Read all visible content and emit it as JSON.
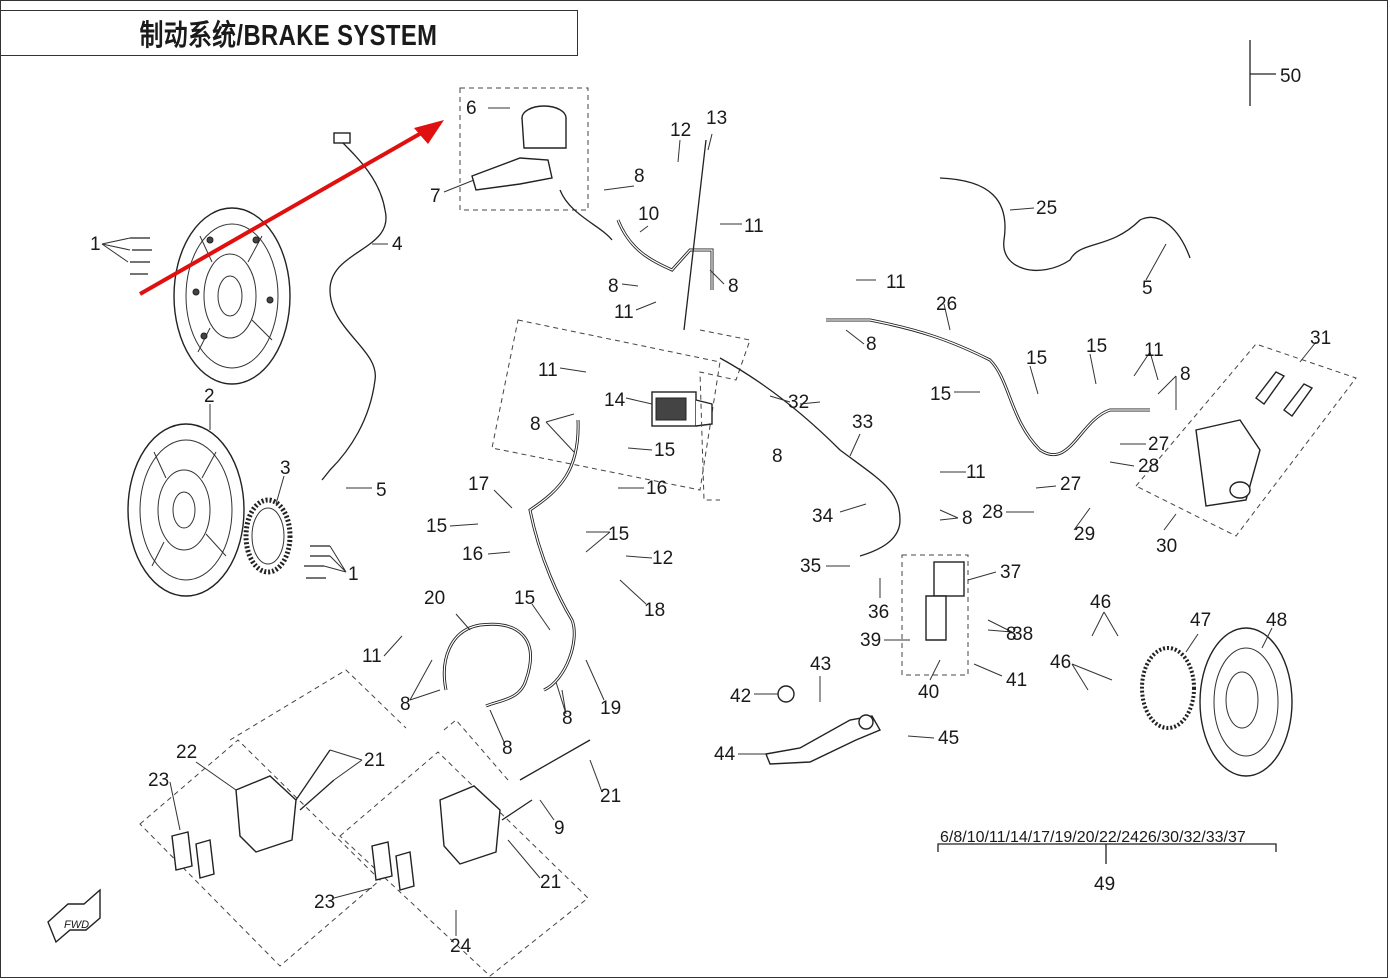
{
  "title": "制动系统/BRAKE SYSTEM",
  "callouts": {
    "c1a": "1",
    "c1b": "1",
    "c2": "2",
    "c3": "3",
    "c4": "4",
    "c5a": "5",
    "c5b": "5",
    "c6": "6",
    "c7": "7",
    "c8a": "8",
    "c8b": "8",
    "c8c": "8",
    "c8d": "8",
    "c8e": "8",
    "c8f": "8",
    "c8g": "8",
    "c8h": "8",
    "c8i": "8",
    "c8j": "8",
    "c8k": "8",
    "c8l": "8",
    "c9": "9",
    "c10": "10",
    "c11a": "11",
    "c11b": "11",
    "c11c": "11",
    "c11d": "11",
    "c11e": "11",
    "c11f": "11",
    "c11g": "11",
    "c12a": "12",
    "c12b": "12",
    "c13": "13",
    "c14": "14",
    "c15a": "15",
    "c15b": "15",
    "c15c": "15",
    "c15d": "15",
    "c15e": "15",
    "c15f": "15",
    "c15g": "15",
    "c16a": "16",
    "c16b": "16",
    "c17": "17",
    "c18": "18",
    "c19": "19",
    "c20": "20",
    "c21a": "21",
    "c21b": "21",
    "c21c": "21",
    "c22": "22",
    "c23a": "23",
    "c23b": "23",
    "c24": "24",
    "c25": "25",
    "c26": "26",
    "c27a": "27",
    "c27b": "27",
    "c28a": "28",
    "c28b": "28",
    "c29": "29",
    "c30": "30",
    "c31": "31",
    "c32": "32",
    "c33": "33",
    "c34": "34",
    "c35": "35",
    "c36": "36",
    "c37": "37",
    "c38": "38",
    "c39": "39",
    "c40": "40",
    "c41": "41",
    "c42": "42",
    "c43": "43",
    "c44": "44",
    "c45": "45",
    "c46a": "46",
    "c46b": "46",
    "c47": "47",
    "c48": "48",
    "c49": "49",
    "c50": "50"
  },
  "kit_list": "6/8/10/11/14/17/19/20/22/2426/30/32/33/37",
  "fwd_label": "FWD",
  "colors": {
    "annotation_arrow": "#e01010",
    "line": "#222222"
  }
}
